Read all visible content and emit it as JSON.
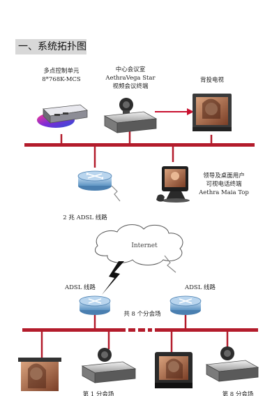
{
  "section_title": "一、系统拓扑图",
  "nodes": {
    "mcu": {
      "line1": "多点控制单元",
      "line2": "8*768K-MCS"
    },
    "central": {
      "line1": "中心会议室",
      "line2": "AethraVega Star",
      "line3": "视频会议终端"
    },
    "projector": {
      "line1": "背投电视"
    },
    "desktop": {
      "line1": "领导及桌面用户",
      "line2": "可视电话终端",
      "line3": "Aethra Maia Top"
    }
  },
  "links": {
    "adsl_2": "2 兆 ADSL 线路",
    "internet": "Internet",
    "adsl_left": "ADSL 线路",
    "adsl_right": "ADSL 线路",
    "branches": "共 8 个分会场",
    "bottom_left": "第 1 分会场",
    "bottom_right": "第 8 分会场"
  },
  "colors": {
    "bus": "#b31b2b",
    "link": "#c8102e",
    "router": "#6ea8d8"
  }
}
